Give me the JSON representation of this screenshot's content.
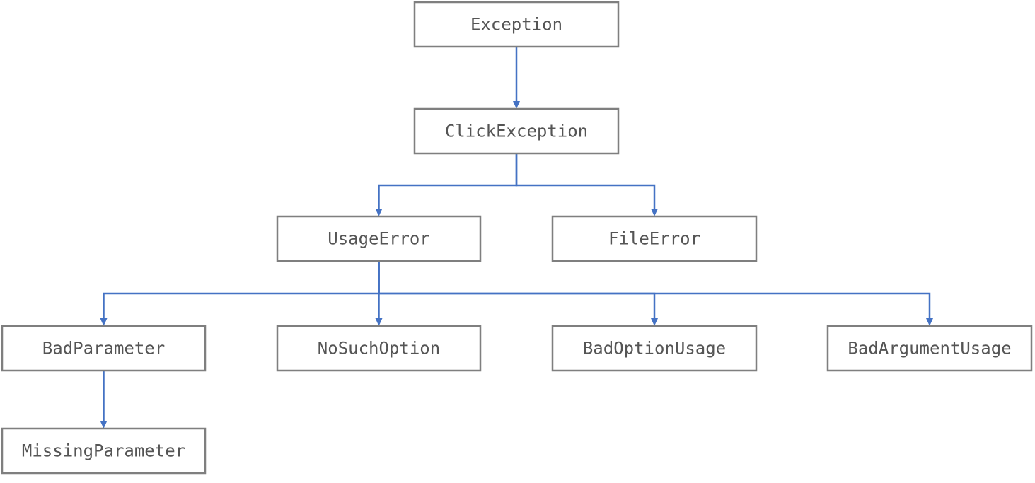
{
  "diagram": {
    "colors": {
      "edge": "#4472c4",
      "box_border": "#7f7f7f",
      "text": "#555555"
    },
    "nodes": [
      {
        "id": "exception",
        "label": "Exception"
      },
      {
        "id": "click-exception",
        "label": "ClickException"
      },
      {
        "id": "usage-error",
        "label": "UsageError"
      },
      {
        "id": "file-error",
        "label": "FileError"
      },
      {
        "id": "bad-parameter",
        "label": "BadParameter"
      },
      {
        "id": "no-such-option",
        "label": "NoSuchOption"
      },
      {
        "id": "bad-option-usage",
        "label": "BadOptionUsage"
      },
      {
        "id": "bad-argument-usage",
        "label": "BadArgumentUsage"
      },
      {
        "id": "missing-parameter",
        "label": "MissingParameter"
      }
    ],
    "edges": [
      {
        "from": "exception",
        "to": "click-exception"
      },
      {
        "from": "click-exception",
        "to": "usage-error"
      },
      {
        "from": "click-exception",
        "to": "file-error"
      },
      {
        "from": "usage-error",
        "to": "bad-parameter"
      },
      {
        "from": "usage-error",
        "to": "no-such-option"
      },
      {
        "from": "usage-error",
        "to": "bad-option-usage"
      },
      {
        "from": "usage-error",
        "to": "bad-argument-usage"
      },
      {
        "from": "bad-parameter",
        "to": "missing-parameter"
      }
    ]
  }
}
